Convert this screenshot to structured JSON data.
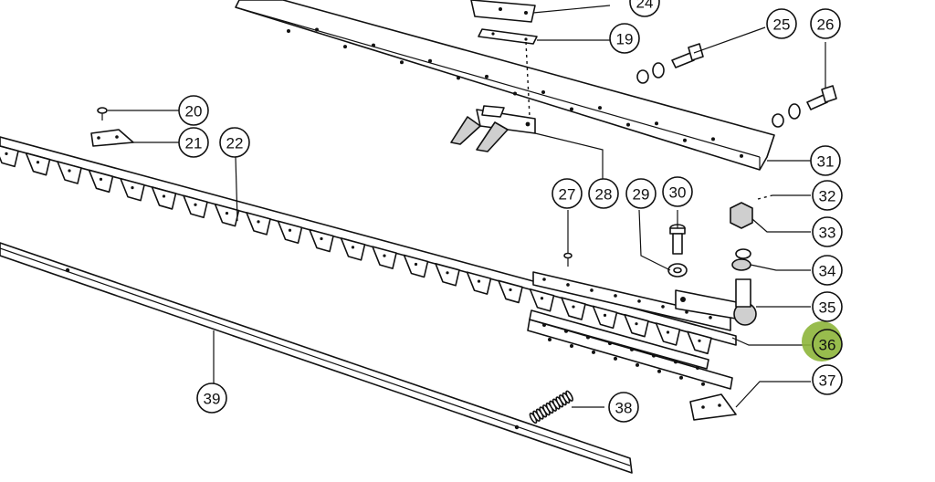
{
  "callouts": [
    {
      "id": "19",
      "label": "19"
    },
    {
      "id": "20",
      "label": "20"
    },
    {
      "id": "21",
      "label": "21"
    },
    {
      "id": "22",
      "label": "22"
    },
    {
      "id": "24",
      "label": "24"
    },
    {
      "id": "25",
      "label": "25"
    },
    {
      "id": "26",
      "label": "26"
    },
    {
      "id": "27",
      "label": "27"
    },
    {
      "id": "28",
      "label": "28"
    },
    {
      "id": "29",
      "label": "29"
    },
    {
      "id": "30",
      "label": "30"
    },
    {
      "id": "31",
      "label": "31"
    },
    {
      "id": "32",
      "label": "32"
    },
    {
      "id": "33",
      "label": "33"
    },
    {
      "id": "34",
      "label": "34"
    },
    {
      "id": "35",
      "label": "35"
    },
    {
      "id": "36",
      "label": "36"
    },
    {
      "id": "37",
      "label": "37"
    },
    {
      "id": "38",
      "label": "38"
    },
    {
      "id": "39",
      "label": "39"
    }
  ],
  "highlight_color": "#8db53a"
}
